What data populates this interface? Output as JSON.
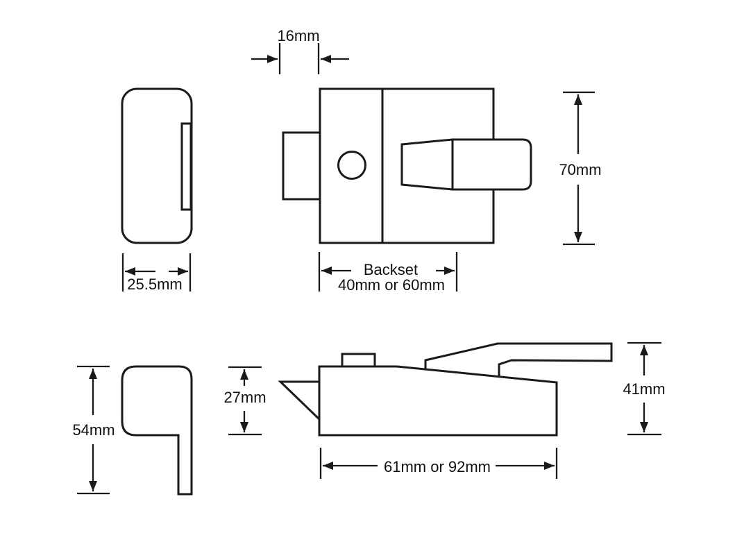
{
  "colors": {
    "background": "#ffffff",
    "line": "#1a1a1a"
  },
  "views": {
    "case_side_view": {
      "depth": "25.5mm"
    },
    "case_front_view": {
      "bolt_width": "16mm",
      "height": "70mm",
      "backset_label": "Backset",
      "backset_values": "40mm or 60mm"
    },
    "staple_side_view": {
      "height": "54mm"
    },
    "case_profile_view": {
      "body_depth": "27mm",
      "overall_height": "41mm",
      "length": "61mm or 92mm"
    }
  }
}
